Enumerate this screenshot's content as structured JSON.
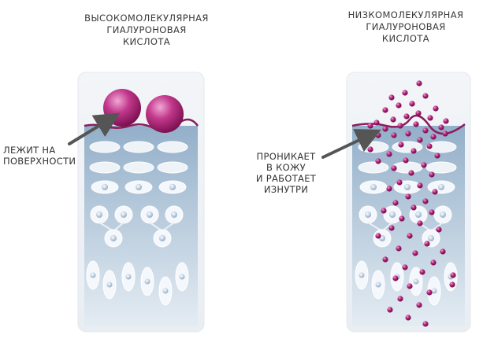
{
  "diagram": {
    "left_panel": {
      "title": "ВЫСОКОМОЛЕКУЛЯРНАЯ\nГИАЛУРОНОВАЯ\nКИСЛОТА",
      "label": "ЛЕЖИТ НА\nПОВЕРХНОСТИ"
    },
    "right_panel": {
      "title": "НИЗКОМОЛЕКУЛЯРНАЯ\nГИАЛУРОНОВАЯ\nКИСЛОТА",
      "label": "ПРОНИКАЕТ\nВ КОЖУ\nИ РАБОТАЕТ\nИЗНУТРИ"
    },
    "colors": {
      "molecule": "#b0227a",
      "molecule_light": "#e07ab8",
      "skin_top": "#9fb8cf",
      "skin_bottom": "#dde7f0",
      "cell_fill": "#f4f7fb",
      "nucleus": "#a9bfd6",
      "arrow": "#555555"
    }
  }
}
